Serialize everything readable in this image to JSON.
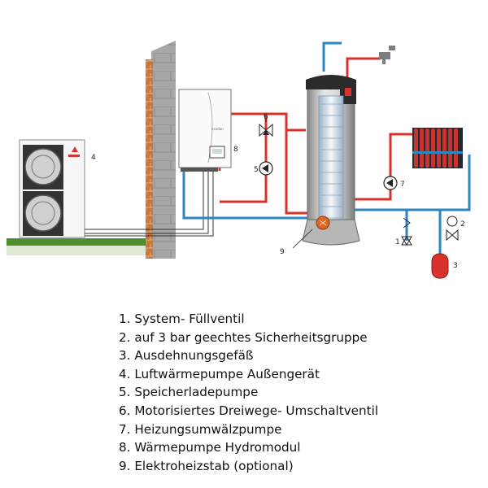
{
  "colors": {
    "hot_pipe": "#d8322b",
    "cold_pipe": "#2e86c1",
    "brick": "#c9763a",
    "wall": "#a9a9a9",
    "ground": "#4f8e2f",
    "tank_body": "#c7c7c7",
    "expansion_vessel": "#d8322b"
  },
  "diagram": {
    "callouts": {
      "n1": "1",
      "n2": "2",
      "n3": "3",
      "n4": "4",
      "n5": "5",
      "n6": "6",
      "n7": "7",
      "n8": "8",
      "n9": "9"
    },
    "hydromodule_logo": "ecodan"
  },
  "legend": [
    "1. System- Füllventil",
    "2. auf 3 bar geechtes Sicherheitsgruppe",
    "3. Ausdehnungsgefäß",
    "4. Luftwärmepumpe Außengerät",
    "5. Speicherladepumpe",
    "6. Motorisiertes Dreiwege- Umschaltventil",
    "7. Heizungsumwälzpumpe",
    "8. Wärmepumpe Hydromodul",
    "9. Elektroheizstab (optional)"
  ]
}
